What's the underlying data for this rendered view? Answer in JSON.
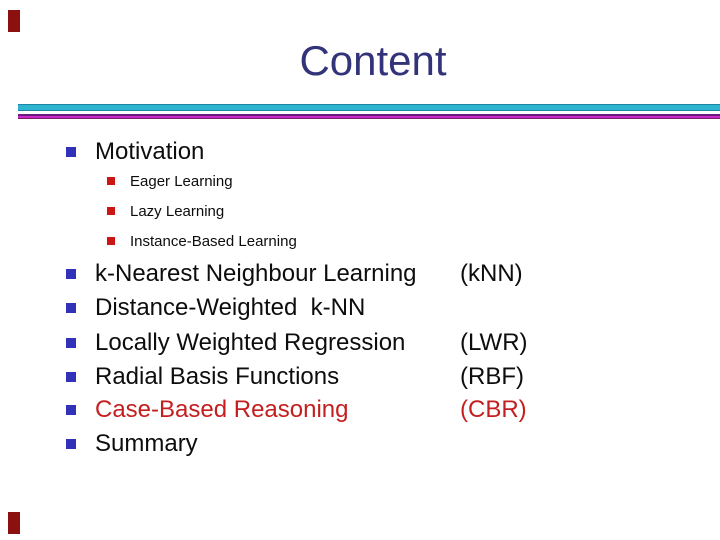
{
  "colors": {
    "title": "#333379",
    "body_text": "#0d0d0d",
    "highlight_red": "#c41e1e",
    "bullet_blue": "#3232b8",
    "bullet_red": "#cc1616",
    "line_cyan": "#2fb4cf",
    "line_magenta": "#c928c9",
    "corner_accent": "#8b1111"
  },
  "slide": {
    "title": "Content"
  },
  "content": {
    "motivation": {
      "label": "Motivation"
    },
    "sub_items": [
      {
        "label": "Eager Learning"
      },
      {
        "label": "Lazy Learning"
      },
      {
        "label": "Instance-Based Learning"
      }
    ],
    "items": [
      {
        "label": "k-Nearest Neighbour Learning",
        "abbr": "(kNN)"
      },
      {
        "label": "Distance-Weighted  k-NN",
        "abbr": ""
      },
      {
        "label": "Locally Weighted Regression",
        "abbr": "(LWR)"
      },
      {
        "label": "Radial Basis Functions",
        "abbr": "(RBF)"
      },
      {
        "label": "Case-Based Reasoning",
        "abbr": "(CBR)"
      },
      {
        "label": "Summary",
        "abbr": ""
      }
    ]
  }
}
